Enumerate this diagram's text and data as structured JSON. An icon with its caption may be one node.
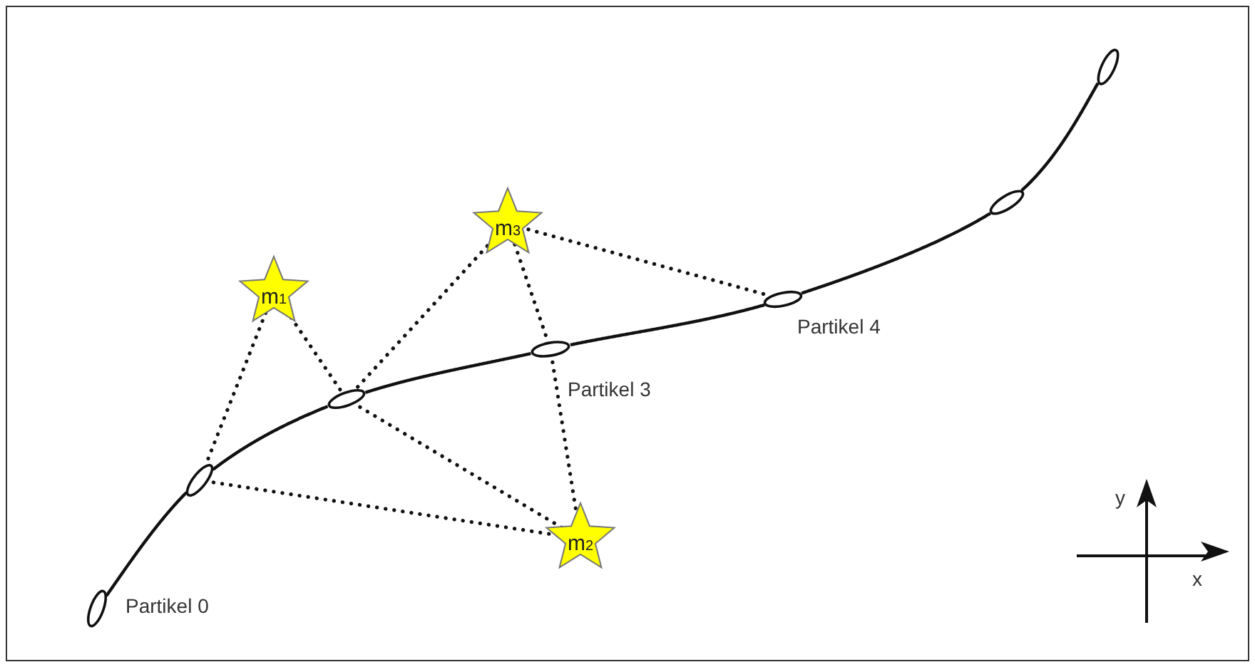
{
  "diagram": {
    "nodes": [
      {
        "text": [],
        "shape": "ellipse",
        "beside": [
          "Partikel 0"
        ]
      },
      {
        "text": [],
        "shape": "ellipse"
      },
      {
        "text": [],
        "shape": "ellipse"
      },
      {
        "text": [],
        "shape": "ellipse",
        "beside": [
          "Partikel 3"
        ]
      },
      {
        "text": [],
        "shape": "ellipse",
        "beside": [
          "Partikel 4"
        ]
      },
      {
        "text": [],
        "shape": "ellipse"
      },
      {
        "text": [],
        "shape": "ellipse"
      },
      {
        "text": [
          "m$_{1}$"
        ]
      },
      {
        "text": [
          "m$_{3}$"
        ]
      },
      {
        "text": [
          "m$_{2}$"
        ]
      }
    ],
    "edges": [
      {
        "from": 0,
        "to": 1,
        "arrow": "none"
      },
      {
        "from": 1,
        "to": 2,
        "arrow": "none"
      },
      {
        "from": 2,
        "to": 3,
        "arrow": "none"
      },
      {
        "from": 3,
        "to": 4,
        "arrow": "none"
      },
      {
        "from": 4,
        "to": 5,
        "arrow": "none"
      },
      {
        "from": 5,
        "to": 6,
        "arrow": "none"
      },
      {
        "from": 7,
        "to": 1,
        "arrow": "none",
        "style": "dashed"
      },
      {
        "from": 7,
        "to": 2,
        "arrow": "none",
        "style": "dashed"
      },
      {
        "from": 8,
        "to": 2,
        "arrow": "none",
        "style": "dashed"
      },
      {
        "from": 8,
        "to": 3,
        "arrow": "none",
        "style": "dashed"
      },
      {
        "from": 8,
        "to": 4,
        "arrow": "none",
        "style": "dashed"
      },
      {
        "from": 9,
        "to": 1,
        "arrow": "none",
        "style": "dashed"
      },
      {
        "from": 9,
        "to": 2,
        "arrow": "none",
        "style": "dashed"
      },
      {
        "from": 9,
        "to": 3,
        "arrow": "none",
        "style": "dashed"
      }
    ],
    "labels": [
      "y",
      "x"
    ]
  }
}
